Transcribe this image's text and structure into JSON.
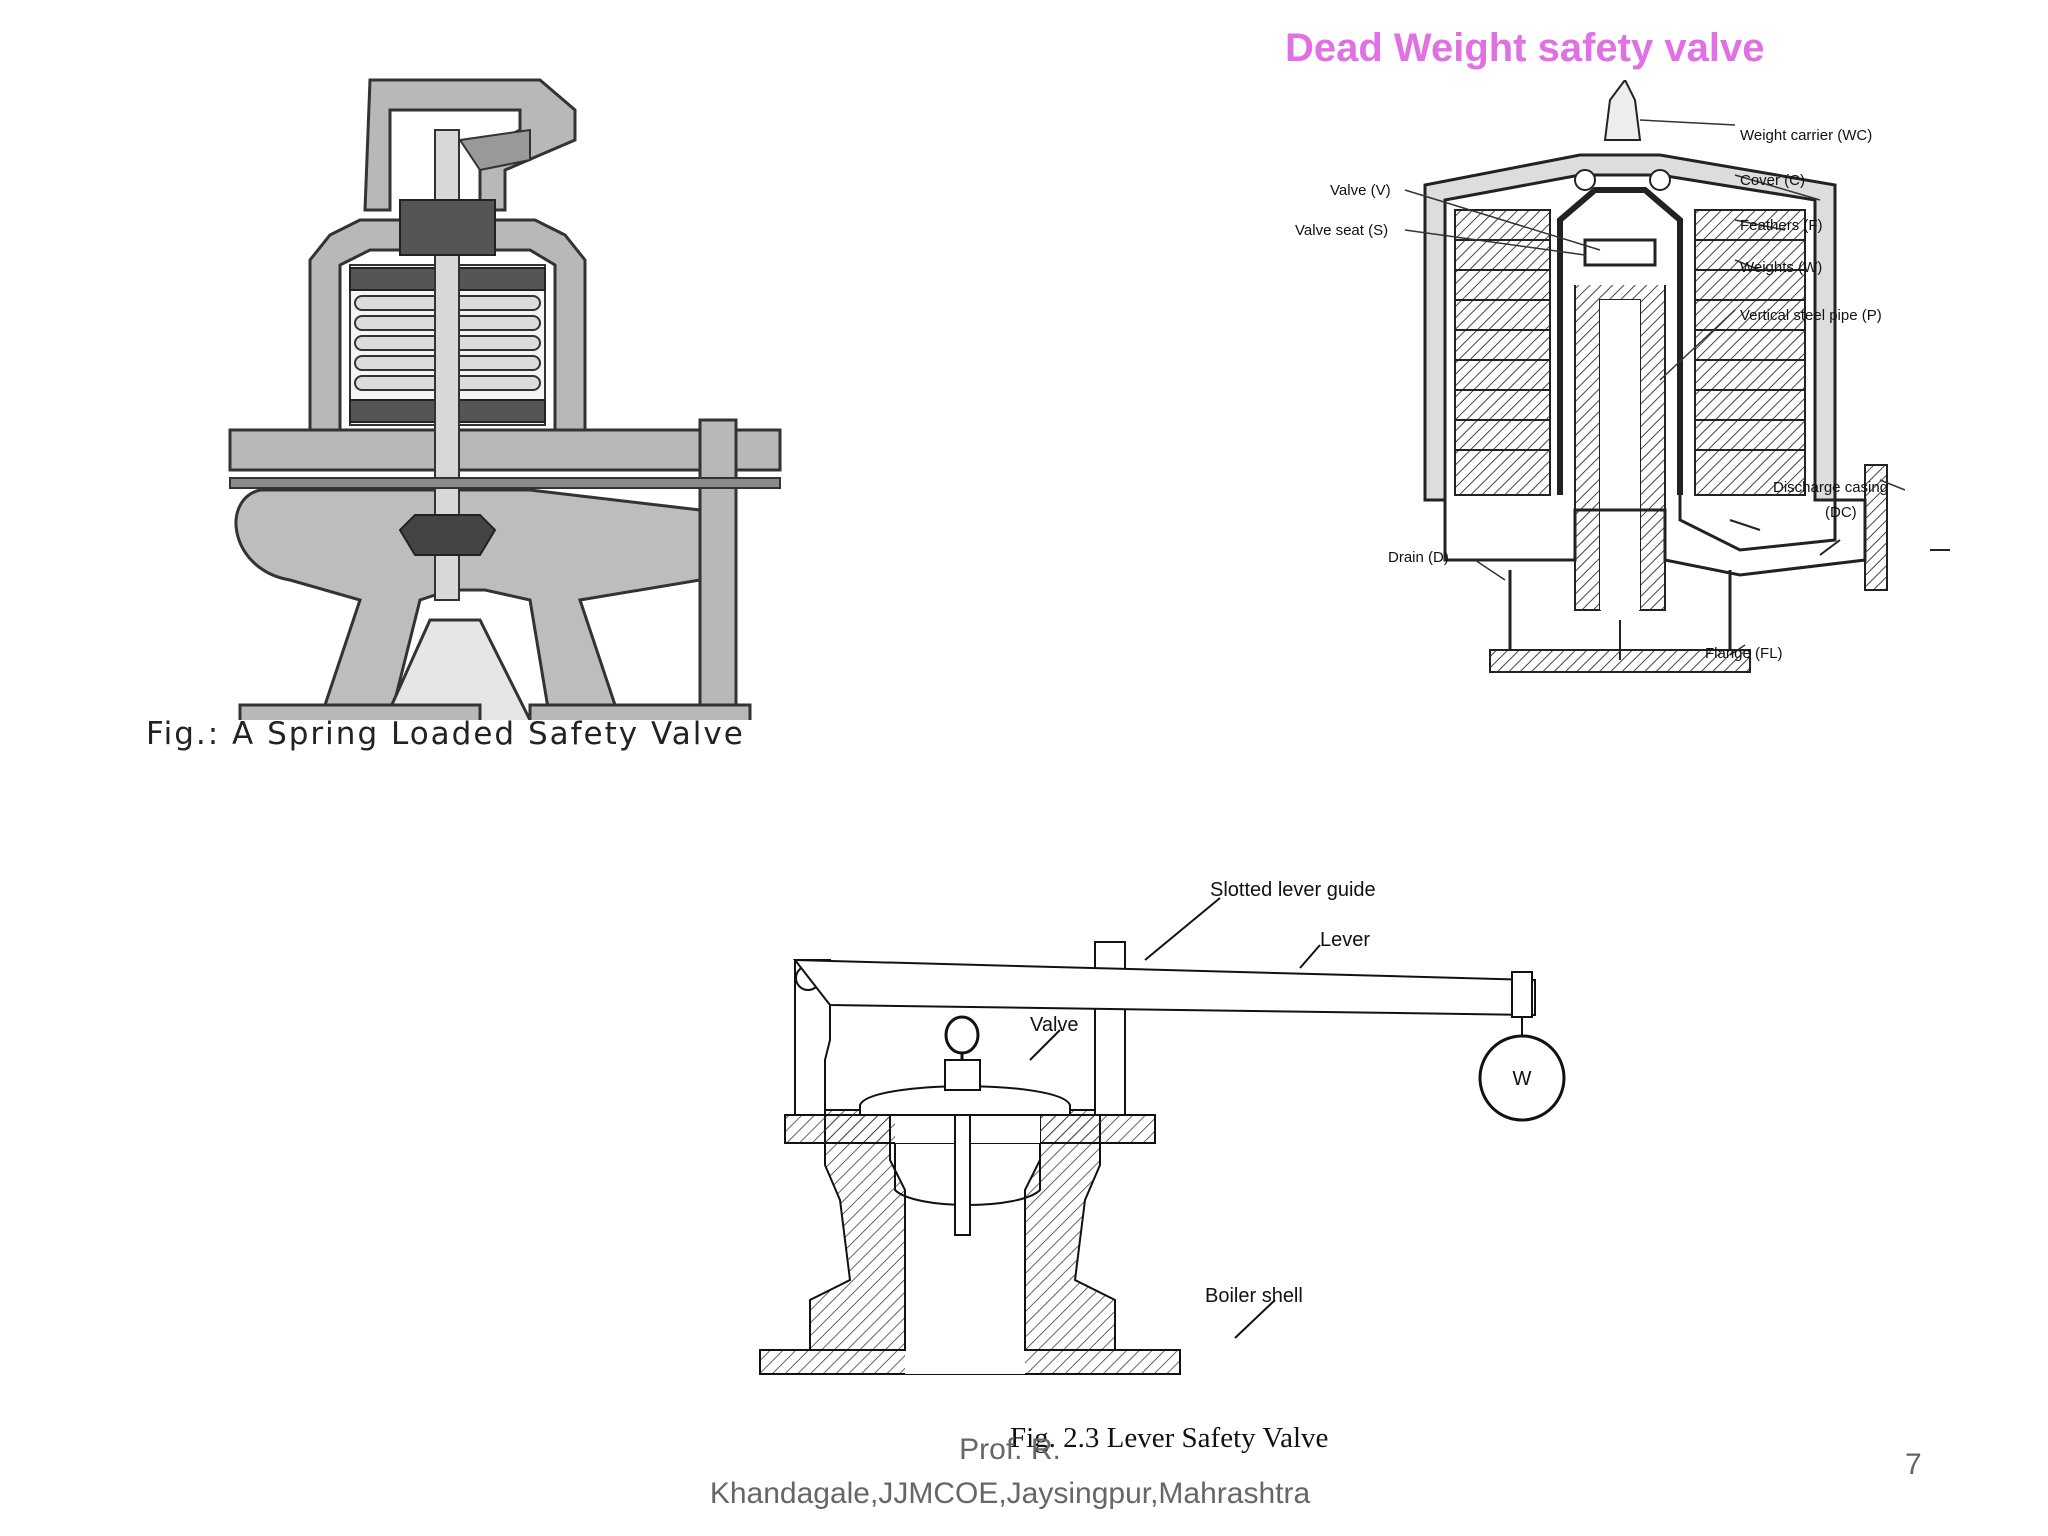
{
  "spring_valve": {
    "caption": "Fig.: A Spring Loaded Safety Valve"
  },
  "dead_weight_valve": {
    "title": "Dead Weight safety valve",
    "labels": {
      "weight_carrier": "Weight carrier (WC)",
      "cover": "Cover (C)",
      "feathers": "Feathers (F)",
      "weights": "Weights (W)",
      "vertical_pipe": "Vertical steel pipe (P)",
      "valve": "Valve (V)",
      "valve_seat": "Valve seat (S)",
      "discharge_casing_1": "Discharge casing",
      "discharge_casing_2": "(DC)",
      "drain": "Drain (D)",
      "flange": "Flange (FL)"
    },
    "title_color": "#e070e4"
  },
  "lever_valve": {
    "labels": {
      "slotted_lever_guide": "Slotted lever guide",
      "lever": "Lever",
      "valve": "Valve",
      "weight": "W",
      "boiler_shell": "Boiler shell"
    },
    "caption": "Fig. 2.3 Lever Safety Valve"
  },
  "footer": {
    "author_line1": "Prof. R.",
    "author_line2": "Khandagale,JJMCOE,Jaysingpur,Mahrashtra"
  },
  "slide_number": "7"
}
